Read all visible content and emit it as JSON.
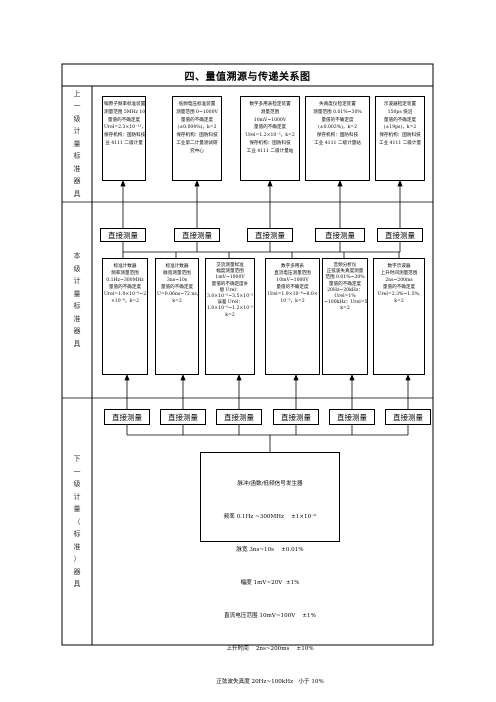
{
  "title": "四、量值溯源与传递关系图",
  "sections": {
    "upper": "上\n一\n级\n计\n量\n标\n准\n器\n具",
    "current": "本\n级\n计\n量\n标\n准\n器\n具",
    "lower": "下\n一\n级\n计\n量\n（\n标\n准\n）\n器\n具"
  },
  "upper_boxes": [
    "铷原子频率标准装置\n测量范围 5MHz 10MHz\n量值的不确定度\nUrel=2.3×10⁻¹²，k=2\n保存机构：国防科技工\n业 4111 二级计量",
    "低频电压标准装置\n测量范围 0~1000V\n量值的不确定度\n(±0.004%)，k=2\n保存机构：国防科技\n工业第二计量测试研\n究中心",
    "数字多用表检定装置\n测量范围\n10mV~1000V\n量值的不确定度\nUrel=1.2×10⁻⁵，k=2\n保存机构：国防科技\n工业 4111 二级计量站",
    "失真度仪检定装置\n测量范围 0.01%~30%\n量值的不确定度\n(±0.003%)，k=2\n保存机构：国防科技\n工业 4111 二级计量站",
    "示波器检定装置\n150ps 快沿\n量值的不确定度\n(±19ps)，k=2\n保存机构：国防科技\n工业 4111 二级计量"
  ],
  "upper_buttons": [
    "直接测量",
    "直接测量",
    "直接测量",
    "直接测量",
    "直接测量"
  ],
  "current_boxes": [
    "标准计数器\n频率测量范围\n0.1Hz~300MHz\n量值的不确定度\nUrel=1.0×10⁻⁸~2.0\n×10⁻⁸，k=2",
    "标准计数器\n脉宽测量范围\n3ns~10s\n量值的不确定度\nU=0.06ns~72 ns,\nk=2",
    "交流测量标准\n幅度测量范围\n1mV~1000V\n量值的不确定度补\n偿 Urel：\n3.0×10⁻⁵~3.5×10⁻⁵\n误差 Urel：\n1.0×10⁻⁵~1.2×10⁻⁵\nk=2",
    "数字多用表\n直流电压测量范围\n10mV~1000V\n量值的不确定度\nUrel=1.9×10⁻⁶~8.0×\n10⁻⁵，k=2",
    "音频分析仪\n正弦波失真度测量\n范围 0.01%~30%\n量值的不确定度\n20Hz~20kHz：\nUrel=1%\n~100kHz：Urel=5%\nk=2",
    "数字示波器\n上升时间测量范围\n2ns~200ms\n量值的不确定度\nUrel=2.3%~1.5%,\nk=2"
  ],
  "current_buttons": [
    "直接测量",
    "直接测量",
    "直接测量",
    "直接测量",
    "直接测量",
    "直接测量"
  ],
  "generator": {
    "lines": [
      "脉冲/函数/低频信号发生器",
      "频率 0.1Hz ~300MHz    ±1×10⁻⁶",
      "脉宽 3ns~10s    ±0.01%",
      "幅度 1mV~20V  ±1%",
      "直流电压范围 10mV~100V    ±1%",
      "上升时间    2ns~200ms    ±10%",
      "正弦波失真度 20Hz~100kHz   小于 10%"
    ]
  }
}
